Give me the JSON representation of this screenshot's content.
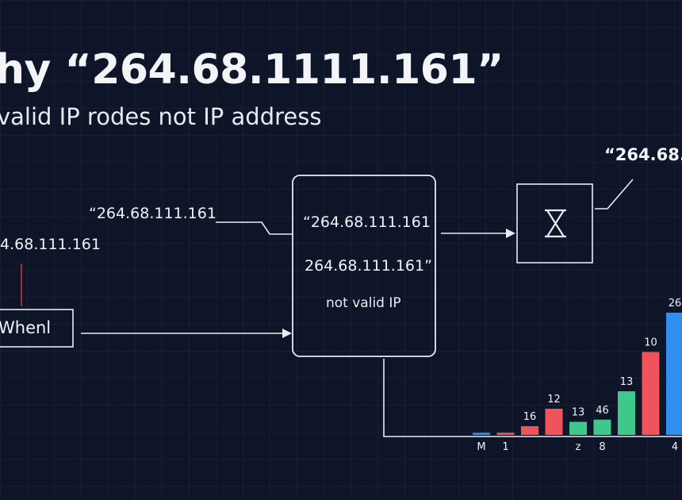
{
  "title": "hy “264.68.1111.161”",
  "subtitle": "valid IP rodes not IP address",
  "labels": {
    "input_top": "“264.68.111.161",
    "input_left": ".4.68.111.161",
    "when_box": "Whenl",
    "center_line1": "“264.68.111.161",
    "center_line2": "264.68.111.161”",
    "center_line3": "not valid IP",
    "output_top": "“264.68."
  },
  "icons": {
    "hourglass": "hourglass-icon"
  },
  "colors": {
    "background": "#0e1528",
    "line": "#e8ebf1",
    "accent_red": "#c8323a",
    "bar_blue": "#2f8ef0",
    "bar_red": "#f0535b",
    "bar_green": "#3ec88a"
  },
  "chart_data": {
    "type": "bar",
    "categories": [
      "M",
      "1",
      "",
      "",
      "z",
      "8",
      "",
      "",
      "4"
    ],
    "values": [
      1,
      1,
      4,
      12,
      6,
      7,
      20,
      38,
      56
    ],
    "data_labels": [
      "",
      "",
      "16",
      "12",
      "13",
      "46",
      "13",
      "10",
      "26"
    ],
    "bar_colors": [
      "#2f8ef0",
      "#f0535b",
      "#f0535b",
      "#f0535b",
      "#3ec88a",
      "#3ec88a",
      "#3ec88a",
      "#f0535b",
      "#2f8ef0"
    ]
  }
}
